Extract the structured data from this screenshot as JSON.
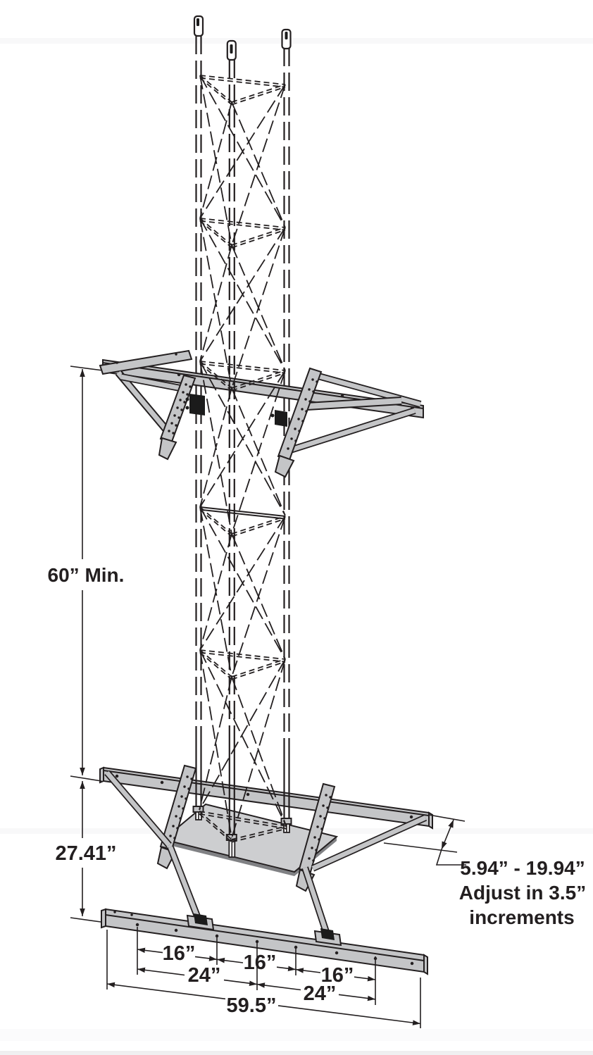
{
  "labels": {
    "height_min": "60” Min.",
    "standoff": "27.41”",
    "adjust_range": "5.94” - 19.94”",
    "adjust_note1": "Adjust in 3.5”",
    "adjust_note2": "increments",
    "spacing_segments": [
      "16”",
      "24”",
      "16”",
      "16”",
      "24”"
    ],
    "overall_length": "59.5”"
  },
  "colors": {
    "background": "#ffffff",
    "steel": "#c4c5c7",
    "steel_shadow": "#808184",
    "outline": "#231f20"
  }
}
